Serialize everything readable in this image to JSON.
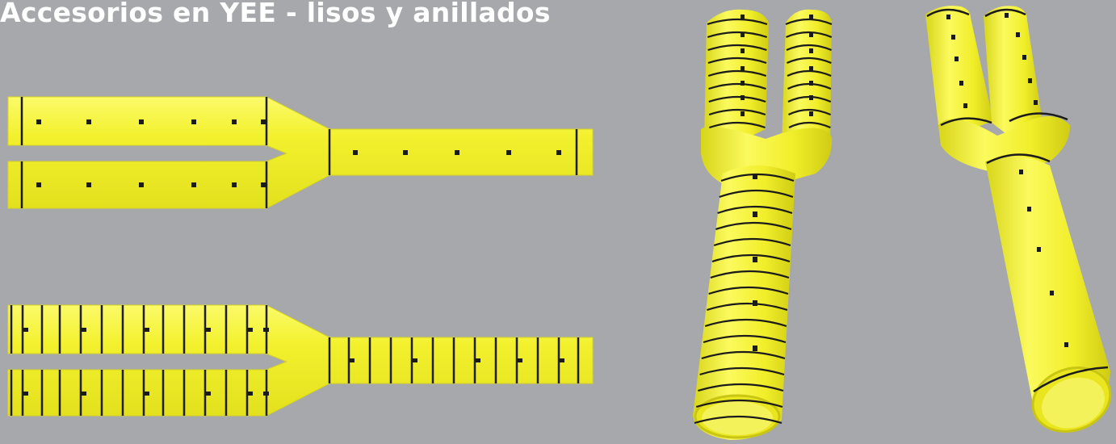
{
  "title": "Accesorios en YEE - lisos y anillados",
  "colors": {
    "background": "#a7a8ab",
    "tube_yellow": "#f1ef2f",
    "tube_edge": "#d6d31c",
    "mark": "#1b1b1b"
  },
  "figures": [
    {
      "name": "yee-smooth-flat-view",
      "style": "lisos"
    },
    {
      "name": "yee-ringed-flat-view",
      "style": "anillados"
    },
    {
      "name": "yee-ringed-3d-view",
      "style": "anillados"
    },
    {
      "name": "yee-smooth-3d-view",
      "style": "lisos"
    }
  ]
}
